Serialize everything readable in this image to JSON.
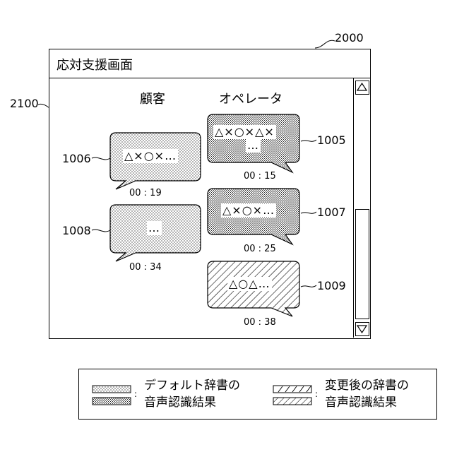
{
  "window": {
    "ref_number": "2000",
    "title": "応対支援画面"
  },
  "content_area": {
    "ref_number": "2100"
  },
  "columns": {
    "customer": "顧客",
    "operator": "オペレータ"
  },
  "messages": [
    {
      "ref": "1005",
      "speaker": "operator",
      "text_line1": "△×○×△×",
      "text_line2": "…",
      "time": "00 : 15",
      "style": "default-dictionary"
    },
    {
      "ref": "1006",
      "speaker": "customer",
      "text_line1": "△×○×…",
      "time": "00 : 19",
      "style": "default-dictionary"
    },
    {
      "ref": "1007",
      "speaker": "operator",
      "text_line1": "△×○×…",
      "time": "00 : 25",
      "style": "default-dictionary"
    },
    {
      "ref": "1008",
      "speaker": "customer",
      "text_line1": "…",
      "time": "00 : 34",
      "style": "default-dictionary"
    },
    {
      "ref": "1009",
      "speaker": "operator",
      "text_line1": "△○△…",
      "time": "00 : 38",
      "style": "changed-dictionary"
    }
  ],
  "scrollbar": {
    "up_icon": "triangle-up-icon",
    "down_icon": "triangle-down-icon"
  },
  "legend": {
    "default_label_line1": "デフォルト辞書の",
    "default_label_line2": "音声認識結果",
    "changed_label_line1": "変更後の辞書の",
    "changed_label_line2": "音声認識結果",
    "separator": ":"
  }
}
